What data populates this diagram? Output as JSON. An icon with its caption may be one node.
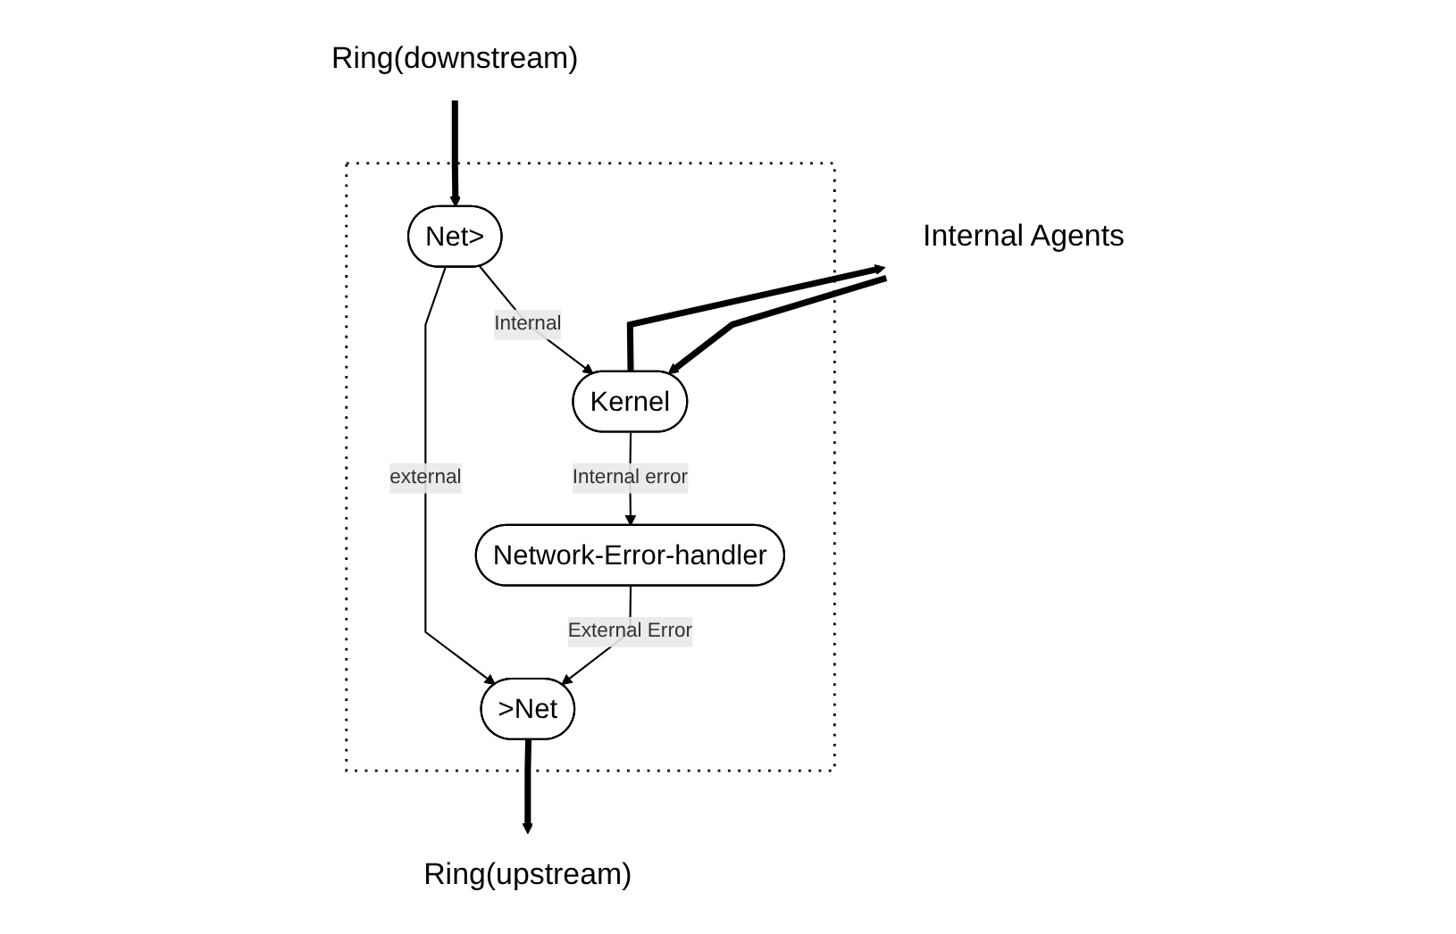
{
  "diagram": {
    "nodes": [
      {
        "text": [
          "Internal Agents"
        ]
      },
      {
        "text": [],
        "shape": "box"
      },
      {
        "text": [
          "Kernel"
        ],
        "in": 1
      },
      {
        "text": [
          "Network-Error-handler"
        ],
        "in": 1
      },
      {
        "text": [
          "Net>"
        ],
        "in": 1
      },
      {
        "text": [
          ">Net"
        ],
        "in": 1
      },
      {
        "text": [
          "Ring(downstream)"
        ]
      },
      {
        "text": [
          "Ring(upstream)"
        ]
      }
    ],
    "edges": [
      {
        "from": 2,
        "to": 0,
        "arrow": "to",
        "style": "thick"
      },
      {
        "from": 0,
        "to": 2,
        "arrow": "to",
        "style": "thick"
      },
      {
        "from": 2,
        "to": 3,
        "arrow": "to",
        "label": "Internal error"
      },
      {
        "from": 4,
        "to": 2,
        "arrow": "to",
        "label": "Internal"
      },
      {
        "from": 3,
        "to": 5,
        "arrow": "to",
        "label": "External Error"
      },
      {
        "from": 4,
        "to": 5,
        "arrow": "to",
        "label": "external"
      },
      {
        "from": 6,
        "to": 4,
        "arrow": "to",
        "style": "thick"
      },
      {
        "from": 5,
        "to": 7,
        "arrow": "to",
        "style": "thick"
      }
    ]
  }
}
